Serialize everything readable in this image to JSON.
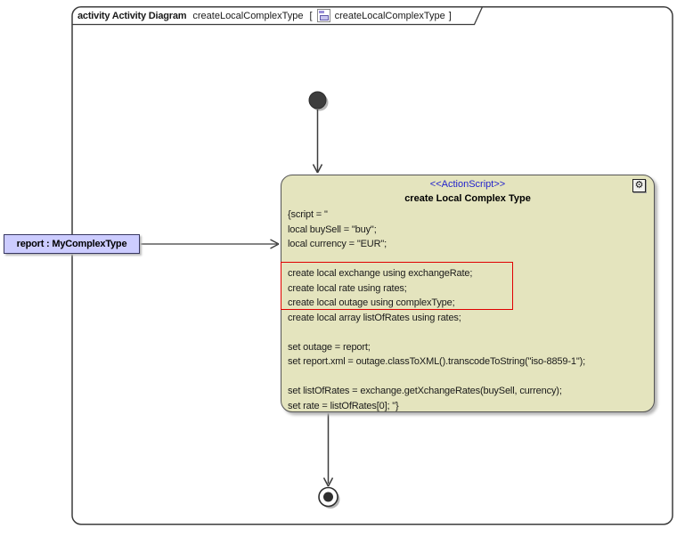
{
  "frame": {
    "keyword": "activity Activity Diagram",
    "diagram_name": "createLocalComplexType",
    "open_bracket": "[",
    "ref_name": "createLocalComplexType",
    "close_bracket": "]",
    "ref_icon": "activity-diagram-thumbnail-icon"
  },
  "action": {
    "stereotype": "<<ActionScript>>",
    "title": "create Local Complex Type",
    "corner_icon": "gear-icon",
    "corner_icon_glyph": "⚙",
    "script_lines": [
      "{script = \"",
      "local buySell = \"buy\";",
      "local currency = \"EUR\";",
      "",
      "create local exchange using exchangeRate;",
      "create local rate using rates;",
      "create local outage using complexType;",
      "create local array listOfRates using rates;",
      "",
      "set outage = report;",
      "set report.xml = outage.classToXML().transcodeToString(\"iso-8859-1\");",
      "",
      "set listOfRates = exchange.getXchangeRates(buySell, currency);",
      "set rate = listOfRates[0]; \"}"
    ]
  },
  "parameter_node": {
    "label": "report : MyComplexType"
  },
  "nodes": {
    "initial_node": "initial-node",
    "final_node": "activity-final-node"
  },
  "colors": {
    "action_fill": "#e4e4be",
    "action_border": "#555555",
    "parameter_fill": "#ccccff",
    "parameter_border": "#383862",
    "stereotype_text": "#2222cc",
    "highlight_border": "#e00000",
    "line_color": "#3c3c3c"
  }
}
